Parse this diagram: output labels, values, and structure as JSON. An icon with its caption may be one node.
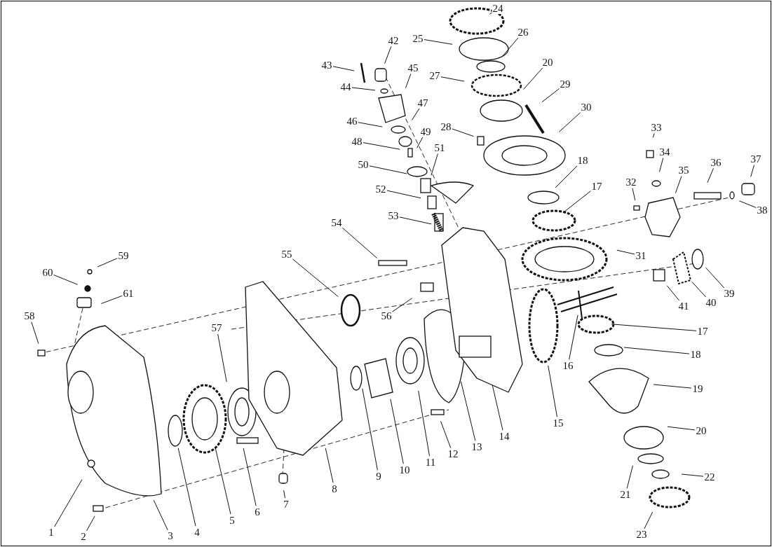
{
  "diagram": {
    "nodes": [
      {
        "text": [
          "1"
        ]
      },
      {
        "text": [
          "2"
        ]
      },
      {
        "text": [
          "3"
        ]
      },
      {
        "text": [
          "4"
        ]
      },
      {
        "text": [
          "5"
        ]
      },
      {
        "text": [
          "6"
        ]
      },
      {
        "text": [
          "7"
        ]
      },
      {
        "text": [
          "8"
        ]
      },
      {
        "text": [
          "9"
        ]
      },
      {
        "text": [
          "10"
        ]
      },
      {
        "text": [
          "11"
        ]
      },
      {
        "text": [
          "12"
        ]
      },
      {
        "text": [
          "13"
        ]
      },
      {
        "text": [
          "14"
        ]
      },
      {
        "text": [
          "15"
        ]
      },
      {
        "text": [
          "16"
        ]
      },
      {
        "text": [
          "17"
        ]
      },
      {
        "text": [
          "17"
        ]
      },
      {
        "text": [
          "18"
        ]
      },
      {
        "text": [
          "18"
        ]
      },
      {
        "text": [
          "19"
        ]
      },
      {
        "text": [
          "20"
        ]
      },
      {
        "text": [
          "20"
        ]
      },
      {
        "text": [
          "21"
        ]
      },
      {
        "text": [
          "22"
        ]
      },
      {
        "text": [
          "23"
        ]
      },
      {
        "text": [
          "24"
        ]
      },
      {
        "text": [
          "25"
        ]
      },
      {
        "text": [
          "26"
        ]
      },
      {
        "text": [
          "27"
        ]
      },
      {
        "text": [
          "28"
        ]
      },
      {
        "text": [
          "29"
        ]
      },
      {
        "text": [
          "30"
        ]
      },
      {
        "text": [
          "31"
        ]
      },
      {
        "text": [
          "32"
        ]
      },
      {
        "text": [
          "33"
        ]
      },
      {
        "text": [
          "34"
        ]
      },
      {
        "text": [
          "35"
        ]
      },
      {
        "text": [
          "36"
        ]
      },
      {
        "text": [
          "37"
        ]
      },
      {
        "text": [
          "38"
        ]
      },
      {
        "text": [
          "39"
        ]
      },
      {
        "text": [
          "40"
        ]
      },
      {
        "text": [
          "41"
        ]
      },
      {
        "text": [
          "42"
        ]
      },
      {
        "text": [
          "43"
        ]
      },
      {
        "text": [
          "44"
        ]
      },
      {
        "text": [
          "45"
        ]
      },
      {
        "text": [
          "46"
        ]
      },
      {
        "text": [
          "47"
        ]
      },
      {
        "text": [
          "48"
        ]
      },
      {
        "text": [
          "49"
        ]
      },
      {
        "text": [
          "50"
        ]
      },
      {
        "text": [
          "51"
        ]
      },
      {
        "text": [
          "52"
        ]
      },
      {
        "text": [
          "53"
        ]
      },
      {
        "text": [
          "54"
        ]
      },
      {
        "text": [
          "55"
        ]
      },
      {
        "text": [
          "56"
        ]
      },
      {
        "text": [
          "57"
        ]
      },
      {
        "text": [
          "58"
        ]
      },
      {
        "text": [
          "59"
        ]
      },
      {
        "text": [
          "60"
        ]
      },
      {
        "text": [
          "61"
        ]
      }
    ],
    "edges": [
      {
        "from": 0,
        "to": null,
        "arrow": "none"
      },
      {
        "from": 1,
        "to": null,
        "arrow": "none"
      },
      {
        "from": 2,
        "to": null,
        "arrow": "none"
      },
      {
        "from": 3,
        "to": null,
        "arrow": "none"
      },
      {
        "from": 4,
        "to": null,
        "arrow": "none"
      },
      {
        "from": 5,
        "to": null,
        "arrow": "none"
      },
      {
        "from": 6,
        "to": null,
        "arrow": "none"
      },
      {
        "from": 7,
        "to": null,
        "arrow": "none"
      },
      {
        "from": 8,
        "to": null,
        "arrow": "none"
      },
      {
        "from": 9,
        "to": null,
        "arrow": "none"
      },
      {
        "from": 10,
        "to": null,
        "arrow": "none"
      },
      {
        "from": 11,
        "to": null,
        "arrow": "none"
      },
      {
        "from": 12,
        "to": null,
        "arrow": "none"
      },
      {
        "from": 13,
        "to": null,
        "arrow": "none"
      },
      {
        "from": 14,
        "to": null,
        "arrow": "none"
      },
      {
        "from": 15,
        "to": null,
        "arrow": "none"
      },
      {
        "from": 16,
        "to": null,
        "arrow": "none"
      },
      {
        "from": 17,
        "to": null,
        "arrow": "none"
      },
      {
        "from": 18,
        "to": null,
        "arrow": "none"
      },
      {
        "from": 19,
        "to": null,
        "arrow": "none"
      },
      {
        "from": 20,
        "to": null,
        "arrow": "none"
      },
      {
        "from": 21,
        "to": null,
        "arrow": "none"
      },
      {
        "from": 22,
        "to": null,
        "arrow": "none"
      },
      {
        "from": 23,
        "to": null,
        "arrow": "none"
      },
      {
        "from": 24,
        "to": null,
        "arrow": "none"
      },
      {
        "from": 25,
        "to": null,
        "arrow": "none"
      },
      {
        "from": 26,
        "to": null,
        "arrow": "none"
      },
      {
        "from": 27,
        "to": null,
        "arrow": "none"
      },
      {
        "from": 28,
        "to": null,
        "arrow": "none"
      },
      {
        "from": 29,
        "to": null,
        "arrow": "none"
      },
      {
        "from": 30,
        "to": null,
        "arrow": "none"
      },
      {
        "from": 31,
        "to": null,
        "arrow": "none"
      },
      {
        "from": 32,
        "to": null,
        "arrow": "none"
      },
      {
        "from": 33,
        "to": null,
        "arrow": "none"
      },
      {
        "from": 34,
        "to": null,
        "arrow": "none"
      },
      {
        "from": 35,
        "to": null,
        "arrow": "none"
      },
      {
        "from": 36,
        "to": null,
        "arrow": "none"
      },
      {
        "from": 37,
        "to": null,
        "arrow": "none"
      },
      {
        "from": 38,
        "to": null,
        "arrow": "none"
      },
      {
        "from": 39,
        "to": null,
        "arrow": "none"
      },
      {
        "from": 40,
        "to": null,
        "arrow": "none"
      },
      {
        "from": 41,
        "to": null,
        "arrow": "none"
      },
      {
        "from": 42,
        "to": null,
        "arrow": "none"
      },
      {
        "from": 43,
        "to": null,
        "arrow": "none"
      },
      {
        "from": 44,
        "to": null,
        "arrow": "none"
      },
      {
        "from": 45,
        "to": null,
        "arrow": "none"
      },
      {
        "from": 46,
        "to": null,
        "arrow": "none"
      },
      {
        "from": 47,
        "to": null,
        "arrow": "none"
      },
      {
        "from": 48,
        "to": null,
        "arrow": "none"
      },
      {
        "from": 49,
        "to": null,
        "arrow": "none"
      },
      {
        "from": 50,
        "to": null,
        "arrow": "none"
      },
      {
        "from": 51,
        "to": null,
        "arrow": "none"
      },
      {
        "from": 52,
        "to": null,
        "arrow": "none"
      },
      {
        "from": 53,
        "to": null,
        "arrow": "none"
      },
      {
        "from": 54,
        "to": null,
        "arrow": "none"
      },
      {
        "from": 55,
        "to": null,
        "arrow": "none"
      },
      {
        "from": 56,
        "to": null,
        "arrow": "none"
      },
      {
        "from": 57,
        "to": null,
        "arrow": "none"
      },
      {
        "from": 58,
        "to": null,
        "arrow": "none"
      },
      {
        "from": 59,
        "to": null,
        "arrow": "none"
      },
      {
        "from": 60,
        "to": null,
        "arrow": "none"
      },
      {
        "from": 61,
        "to": null,
        "arrow": "none"
      },
      {
        "from": 62,
        "to": null,
        "arrow": "none"
      },
      {
        "from": 63,
        "to": null,
        "arrow": "none"
      }
    ]
  }
}
